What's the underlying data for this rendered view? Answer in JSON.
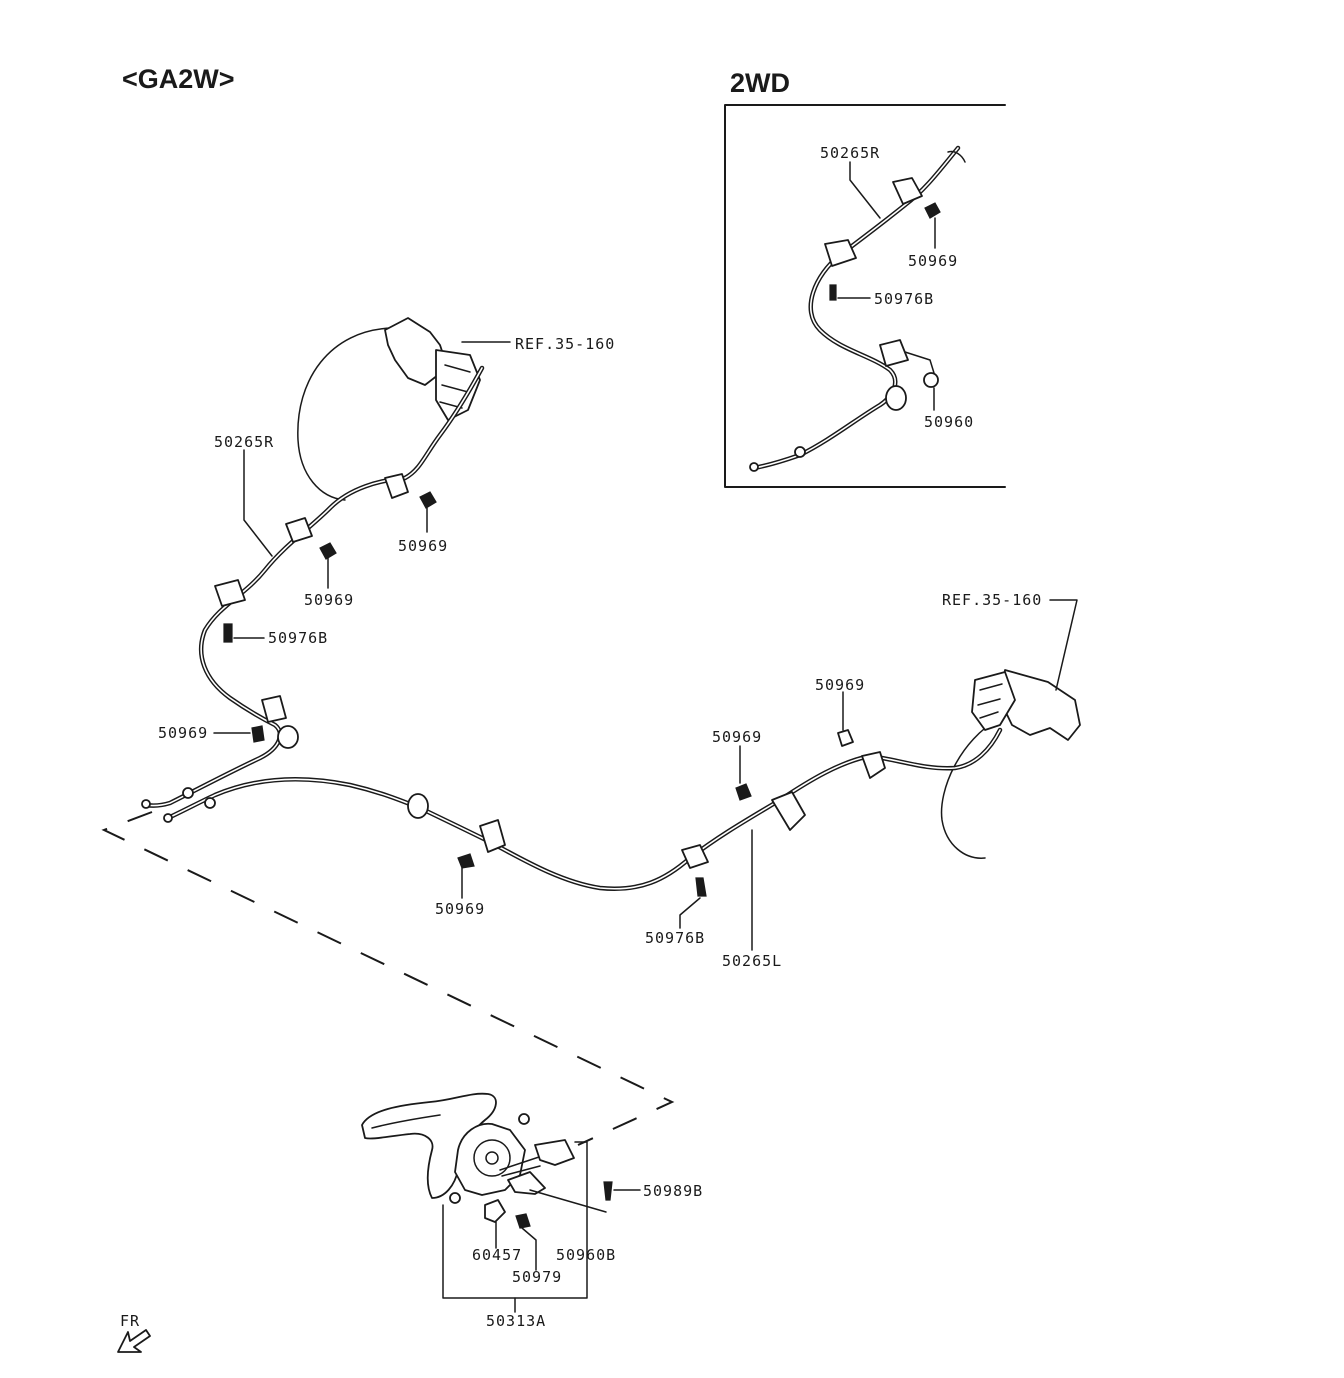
{
  "model_label": "<GA2W>",
  "inset": {
    "title": "2WD"
  },
  "front_indicator": "FR",
  "callouts": {
    "ref_rear_right": "REF.35-160",
    "ref_rear_left": "REF.35-160",
    "cable_right": "50265R",
    "cable_left": "50265L",
    "clip_right_upper": "50969",
    "clip_right_mid": "50969",
    "clip_right_lower": "50969",
    "bolt_right": "50976B",
    "clip_center": "50969",
    "bolt_left": "50976B",
    "clip_left_lower": "50969",
    "clip_left_upper": "50969",
    "inset_cable": "50265R",
    "inset_clip": "50969",
    "inset_bolt": "50976B",
    "inset_nut": "50960",
    "lever_bolt": "50989B",
    "lever_nut": "60457",
    "lever_screw": "50979",
    "lever_switch": "50960B",
    "lever_assy": "50313A"
  }
}
